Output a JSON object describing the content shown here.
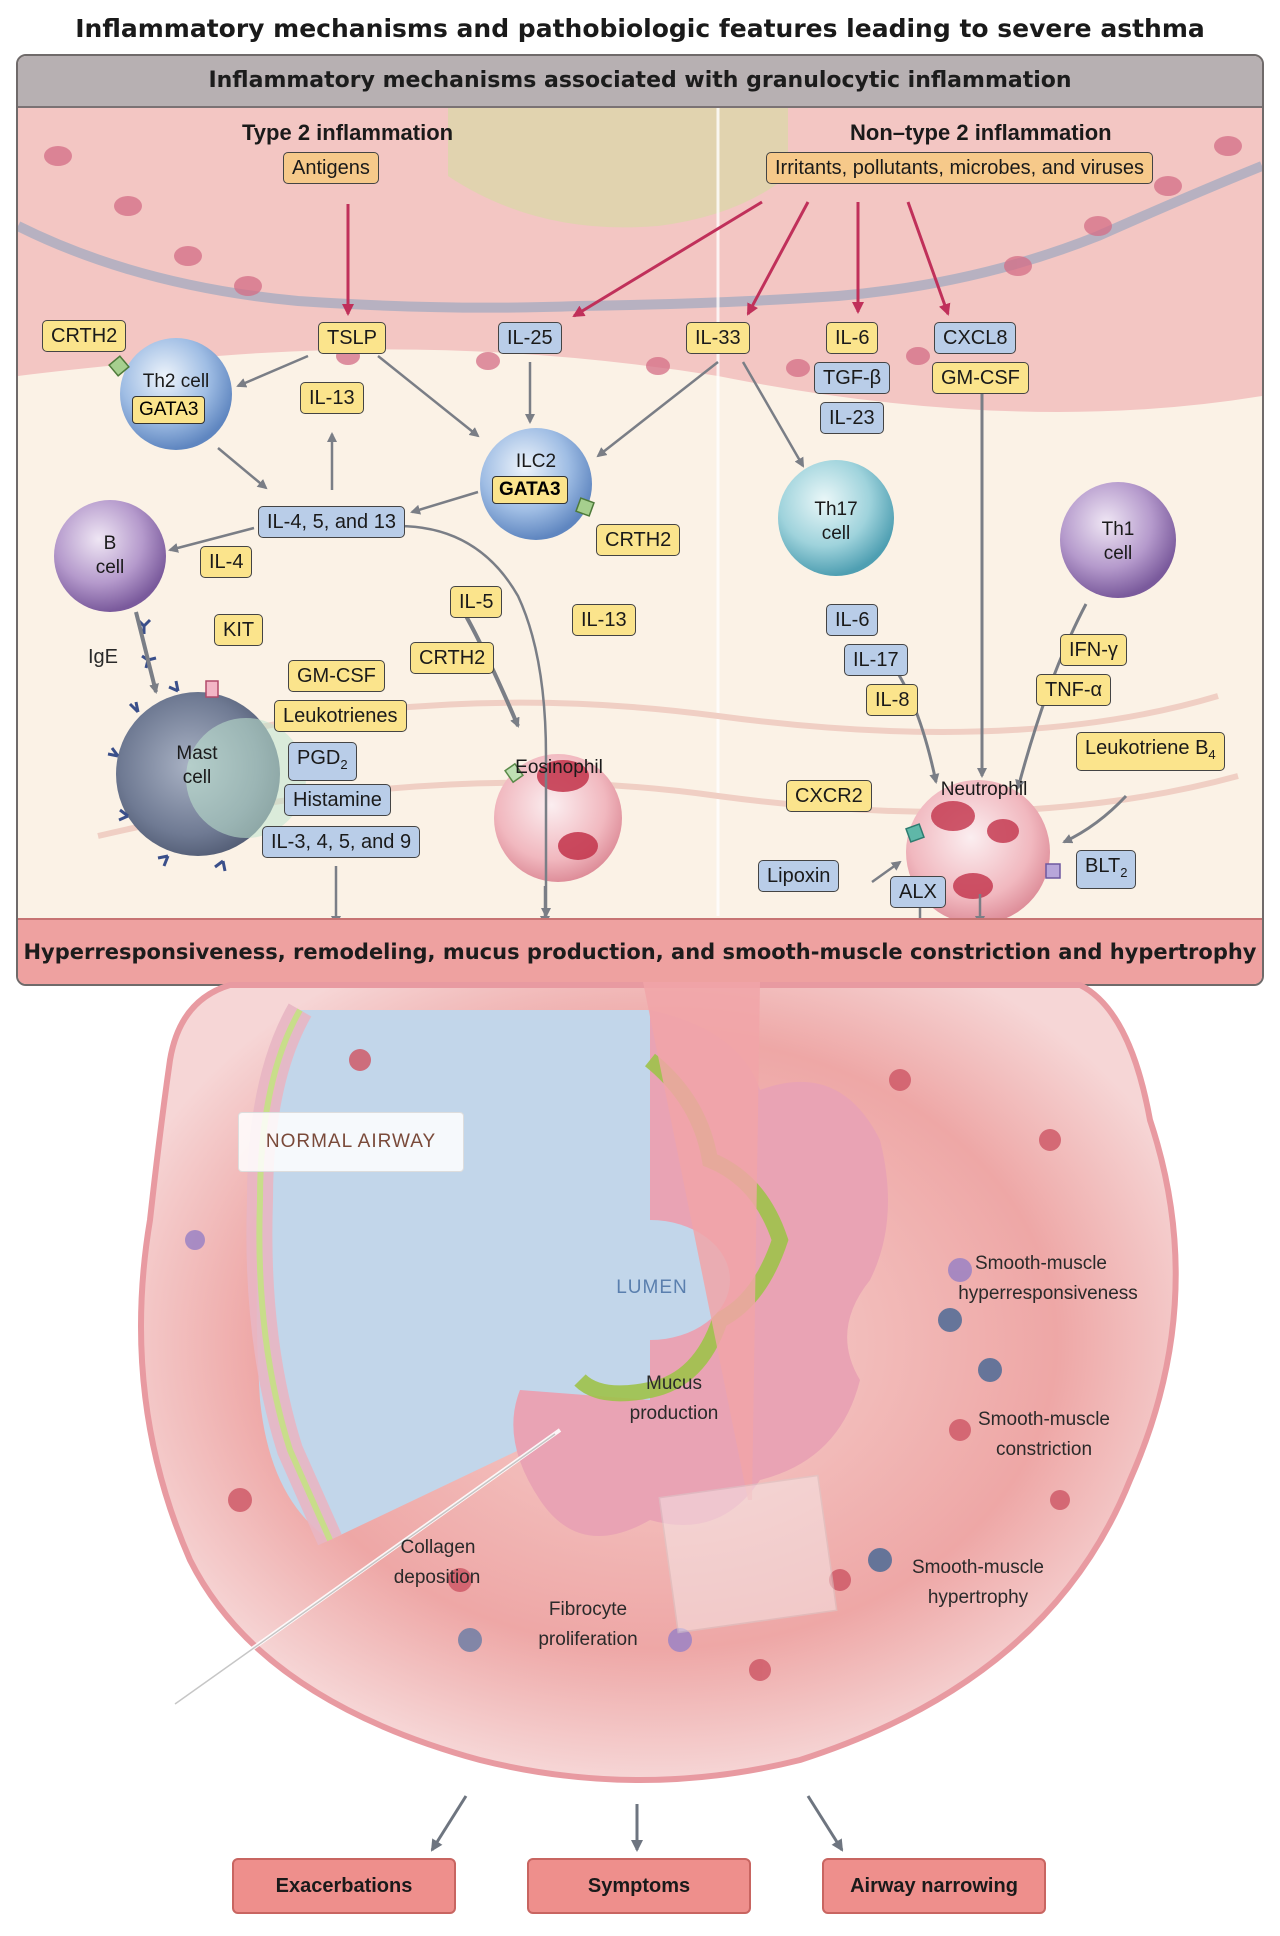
{
  "title": "Inflammatory mechanisms and pathobiologic features leading to severe asthma",
  "panel": {
    "header": "Inflammatory mechanisms associated with granulocytic inflammation",
    "footer": "Hyperresponsiveness, remodeling, mucus production, and smooth-muscle constriction and hypertrophy"
  },
  "type2": {
    "heading": "Type 2 inflammation",
    "antigens": "Antigens",
    "tslp": "TSLP",
    "il25": "IL-25",
    "il33": "IL-33",
    "crth2_th2": "CRTH2",
    "il13_top": "IL-13",
    "th2_cell": "Th2 cell",
    "gata3_th2": "GATA3",
    "ilc2": "ILC2",
    "gata3_ilc2": "GATA3",
    "crth2_ilc2": "CRTH2",
    "il4513": "IL-4, 5, and 13",
    "b_cell_1": "B",
    "b_cell_2": "cell",
    "il4": "IL-4",
    "il5": "IL-5",
    "il13_mid": "IL-13",
    "ige": "IgE",
    "kit": "KIT",
    "crth2_eos": "CRTH2",
    "eosinophil": "Eosinophil",
    "mast_1": "Mast",
    "mast_2": "cell",
    "gmcsf": "GM-CSF",
    "leukotrienes": "Leukotrienes",
    "pgd2_base": "PGD",
    "pgd2_sub": "2",
    "histamine": "Histamine",
    "il3459": "IL-3, 4, 5, and 9"
  },
  "nontype2": {
    "heading": "Non–type 2 inflammation",
    "irritants": "Irritants, pollutants, microbes, and viruses",
    "il6_top": "IL-6",
    "tgfb": "TGF-β",
    "il23": "IL-23",
    "cxcl8": "CXCL8",
    "gmcsf": "GM-CSF",
    "th17_1": "Th17",
    "th17_2": "cell",
    "th1_1": "Th1",
    "th1_2": "cell",
    "il6": "IL-6",
    "il17": "IL-17",
    "il8": "IL-8",
    "ifng": "IFN-γ",
    "tnfa": "TNF-α",
    "ltb4_base": "Leukotriene B",
    "ltb4_sub": "4",
    "cxcr2": "CXCR2",
    "neutrophil": "Neutrophil",
    "blt2_base": "BLT",
    "blt2_sub": "2",
    "lipoxin": "Lipoxin",
    "alx": "ALX"
  },
  "airway": {
    "normal": "NORMAL AIRWAY",
    "lumen": "LUMEN",
    "mucus_1": "Mucus",
    "mucus_2": "production",
    "collagen_1": "Collagen",
    "collagen_2": "deposition",
    "fibrocyte_1": "Fibrocyte",
    "fibrocyte_2": "proliferation",
    "smh_1": "Smooth-muscle",
    "smh_2": "hyperresponsiveness",
    "smc_1": "Smooth-muscle",
    "smc_2": "constriction",
    "smt_1": "Smooth-muscle",
    "smt_2": "hypertrophy"
  },
  "outcomes": [
    "Exacerbations",
    "Symptoms",
    "Airway narrowing"
  ]
}
